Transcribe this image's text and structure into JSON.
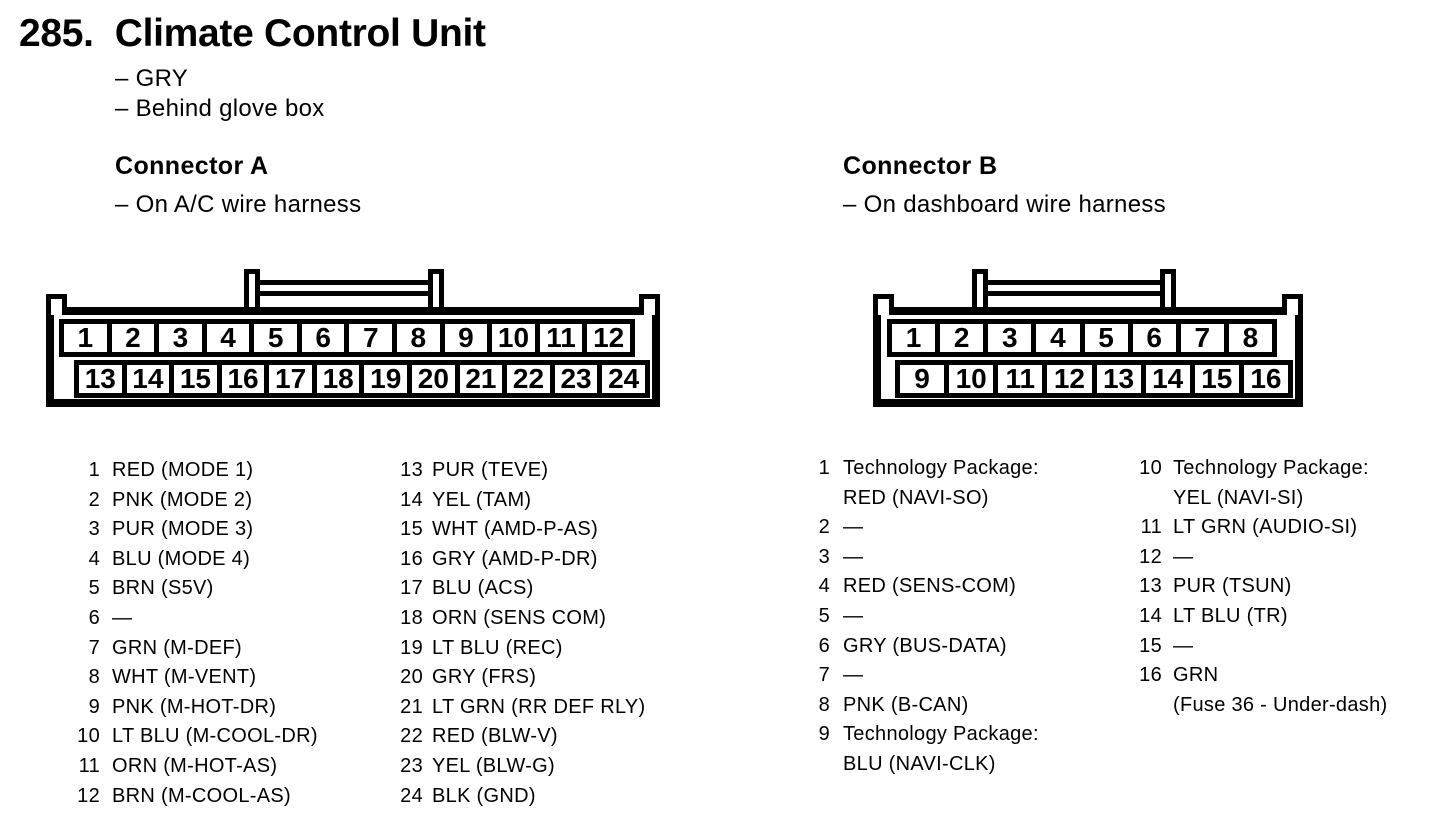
{
  "page": {
    "number": "285.",
    "title": "Climate Control Unit",
    "notes": [
      "– GRY",
      "– Behind glove box"
    ]
  },
  "connector_a": {
    "heading": "Connector A",
    "note": "– On A/C wire harness",
    "top_row": [
      "1",
      "2",
      "3",
      "4",
      "5",
      "6",
      "7",
      "8",
      "9",
      "10",
      "11",
      "12"
    ],
    "bottom_row": [
      "13",
      "14",
      "15",
      "16",
      "17",
      "18",
      "19",
      "20",
      "21",
      "22",
      "23",
      "24"
    ],
    "pins_col1": [
      {
        "num": "1",
        "desc": "RED (MODE 1)"
      },
      {
        "num": "2",
        "desc": "PNK (MODE 2)"
      },
      {
        "num": "3",
        "desc": "PUR (MODE 3)"
      },
      {
        "num": "4",
        "desc": "BLU (MODE 4)"
      },
      {
        "num": "5",
        "desc": "BRN (S5V)"
      },
      {
        "num": "6",
        "desc": "—"
      },
      {
        "num": "7",
        "desc": "GRN (M-DEF)"
      },
      {
        "num": "8",
        "desc": "WHT (M-VENT)"
      },
      {
        "num": "9",
        "desc": "PNK (M-HOT-DR)"
      },
      {
        "num": "10",
        "desc": "LT BLU (M-COOL-DR)"
      },
      {
        "num": "11",
        "desc": "ORN (M-HOT-AS)"
      },
      {
        "num": "12",
        "desc": "BRN (M-COOL-AS)"
      }
    ],
    "pins_col2": [
      {
        "num": "13",
        "desc": "PUR (TEVE)"
      },
      {
        "num": "14",
        "desc": "YEL (TAM)"
      },
      {
        "num": "15",
        "desc": "WHT (AMD-P-AS)"
      },
      {
        "num": "16",
        "desc": "GRY (AMD-P-DR)"
      },
      {
        "num": "17",
        "desc": "BLU (ACS)"
      },
      {
        "num": "18",
        "desc": "ORN (SENS COM)"
      },
      {
        "num": "19",
        "desc": "LT BLU (REC)"
      },
      {
        "num": "20",
        "desc": "GRY (FRS)"
      },
      {
        "num": "21",
        "desc": "LT GRN (RR DEF RLY)"
      },
      {
        "num": "22",
        "desc": "RED (BLW-V)"
      },
      {
        "num": "23",
        "desc": "YEL (BLW-G)"
      },
      {
        "num": "24",
        "desc": "BLK (GND)"
      }
    ]
  },
  "connector_b": {
    "heading": "Connector B",
    "note": "– On dashboard wire harness",
    "top_row": [
      "1",
      "2",
      "3",
      "4",
      "5",
      "6",
      "7",
      "8"
    ],
    "bottom_row": [
      "9",
      "10",
      "11",
      "12",
      "13",
      "14",
      "15",
      "16"
    ],
    "pins_col1": [
      {
        "num": "1",
        "desc": "Technology Package:",
        "desc2": "RED (NAVI-SO)"
      },
      {
        "num": "2",
        "desc": "—"
      },
      {
        "num": "3",
        "desc": "—"
      },
      {
        "num": "4",
        "desc": "RED (SENS-COM)"
      },
      {
        "num": "5",
        "desc": "—"
      },
      {
        "num": "6",
        "desc": "GRY (BUS-DATA)"
      },
      {
        "num": "7",
        "desc": "—"
      },
      {
        "num": "8",
        "desc": "PNK (B-CAN)"
      },
      {
        "num": "9",
        "desc": "Technology Package:",
        "desc2": "BLU (NAVI-CLK)"
      }
    ],
    "pins_col2": [
      {
        "num": "10",
        "desc": "Technology Package:",
        "desc2": "YEL (NAVI-SI)"
      },
      {
        "num": "11",
        "desc": "LT GRN (AUDIO-SI)"
      },
      {
        "num": "12",
        "desc": "—"
      },
      {
        "num": "13",
        "desc": "PUR (TSUN)"
      },
      {
        "num": "14",
        "desc": "LT BLU (TR)"
      },
      {
        "num": "15",
        "desc": "—"
      },
      {
        "num": "16",
        "desc": "GRN",
        "desc2": "(Fuse 36 - Under-dash)"
      }
    ]
  }
}
